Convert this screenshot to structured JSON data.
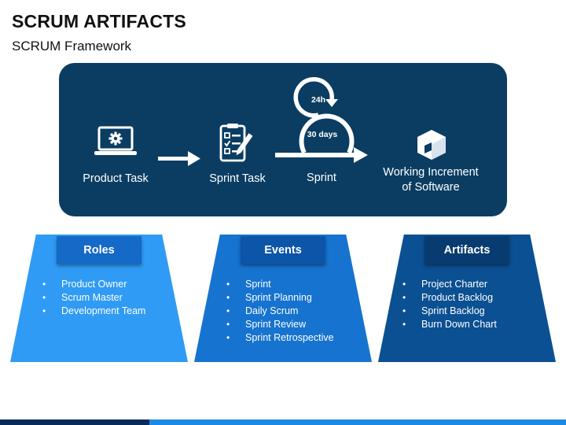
{
  "title": "SCRUM ARTIFACTS",
  "subtitle": "SCRUM Framework",
  "flow": {
    "product_task": "Product Task",
    "sprint_task": "Sprint Task",
    "sprint": "Sprint",
    "cycle_24h": "24h",
    "cycle_30days": "30 days",
    "increment_line1": "Working Increment",
    "increment_line2": "of Software"
  },
  "columns": [
    {
      "header": "Roles",
      "items": [
        "Product Owner",
        "Scrum Master",
        "Development Team"
      ]
    },
    {
      "header": "Events",
      "items": [
        "Sprint",
        "Sprint Planning",
        "Daily Scrum",
        "Sprint Review",
        "Sprint Retrospective"
      ]
    },
    {
      "header": "Artifacts",
      "items": [
        "Project Charter",
        "Product Backlog",
        "Sprint Backlog",
        "Burn Down Chart"
      ]
    }
  ],
  "colors": {
    "panel": "#0b3d62",
    "roles_body": "#2f9bf5",
    "roles_header": "#1569c7",
    "events_body": "#1673cf",
    "events_header": "#0d55a8",
    "artifacts_body": "#0b5092",
    "artifacts_header": "#083c70"
  }
}
